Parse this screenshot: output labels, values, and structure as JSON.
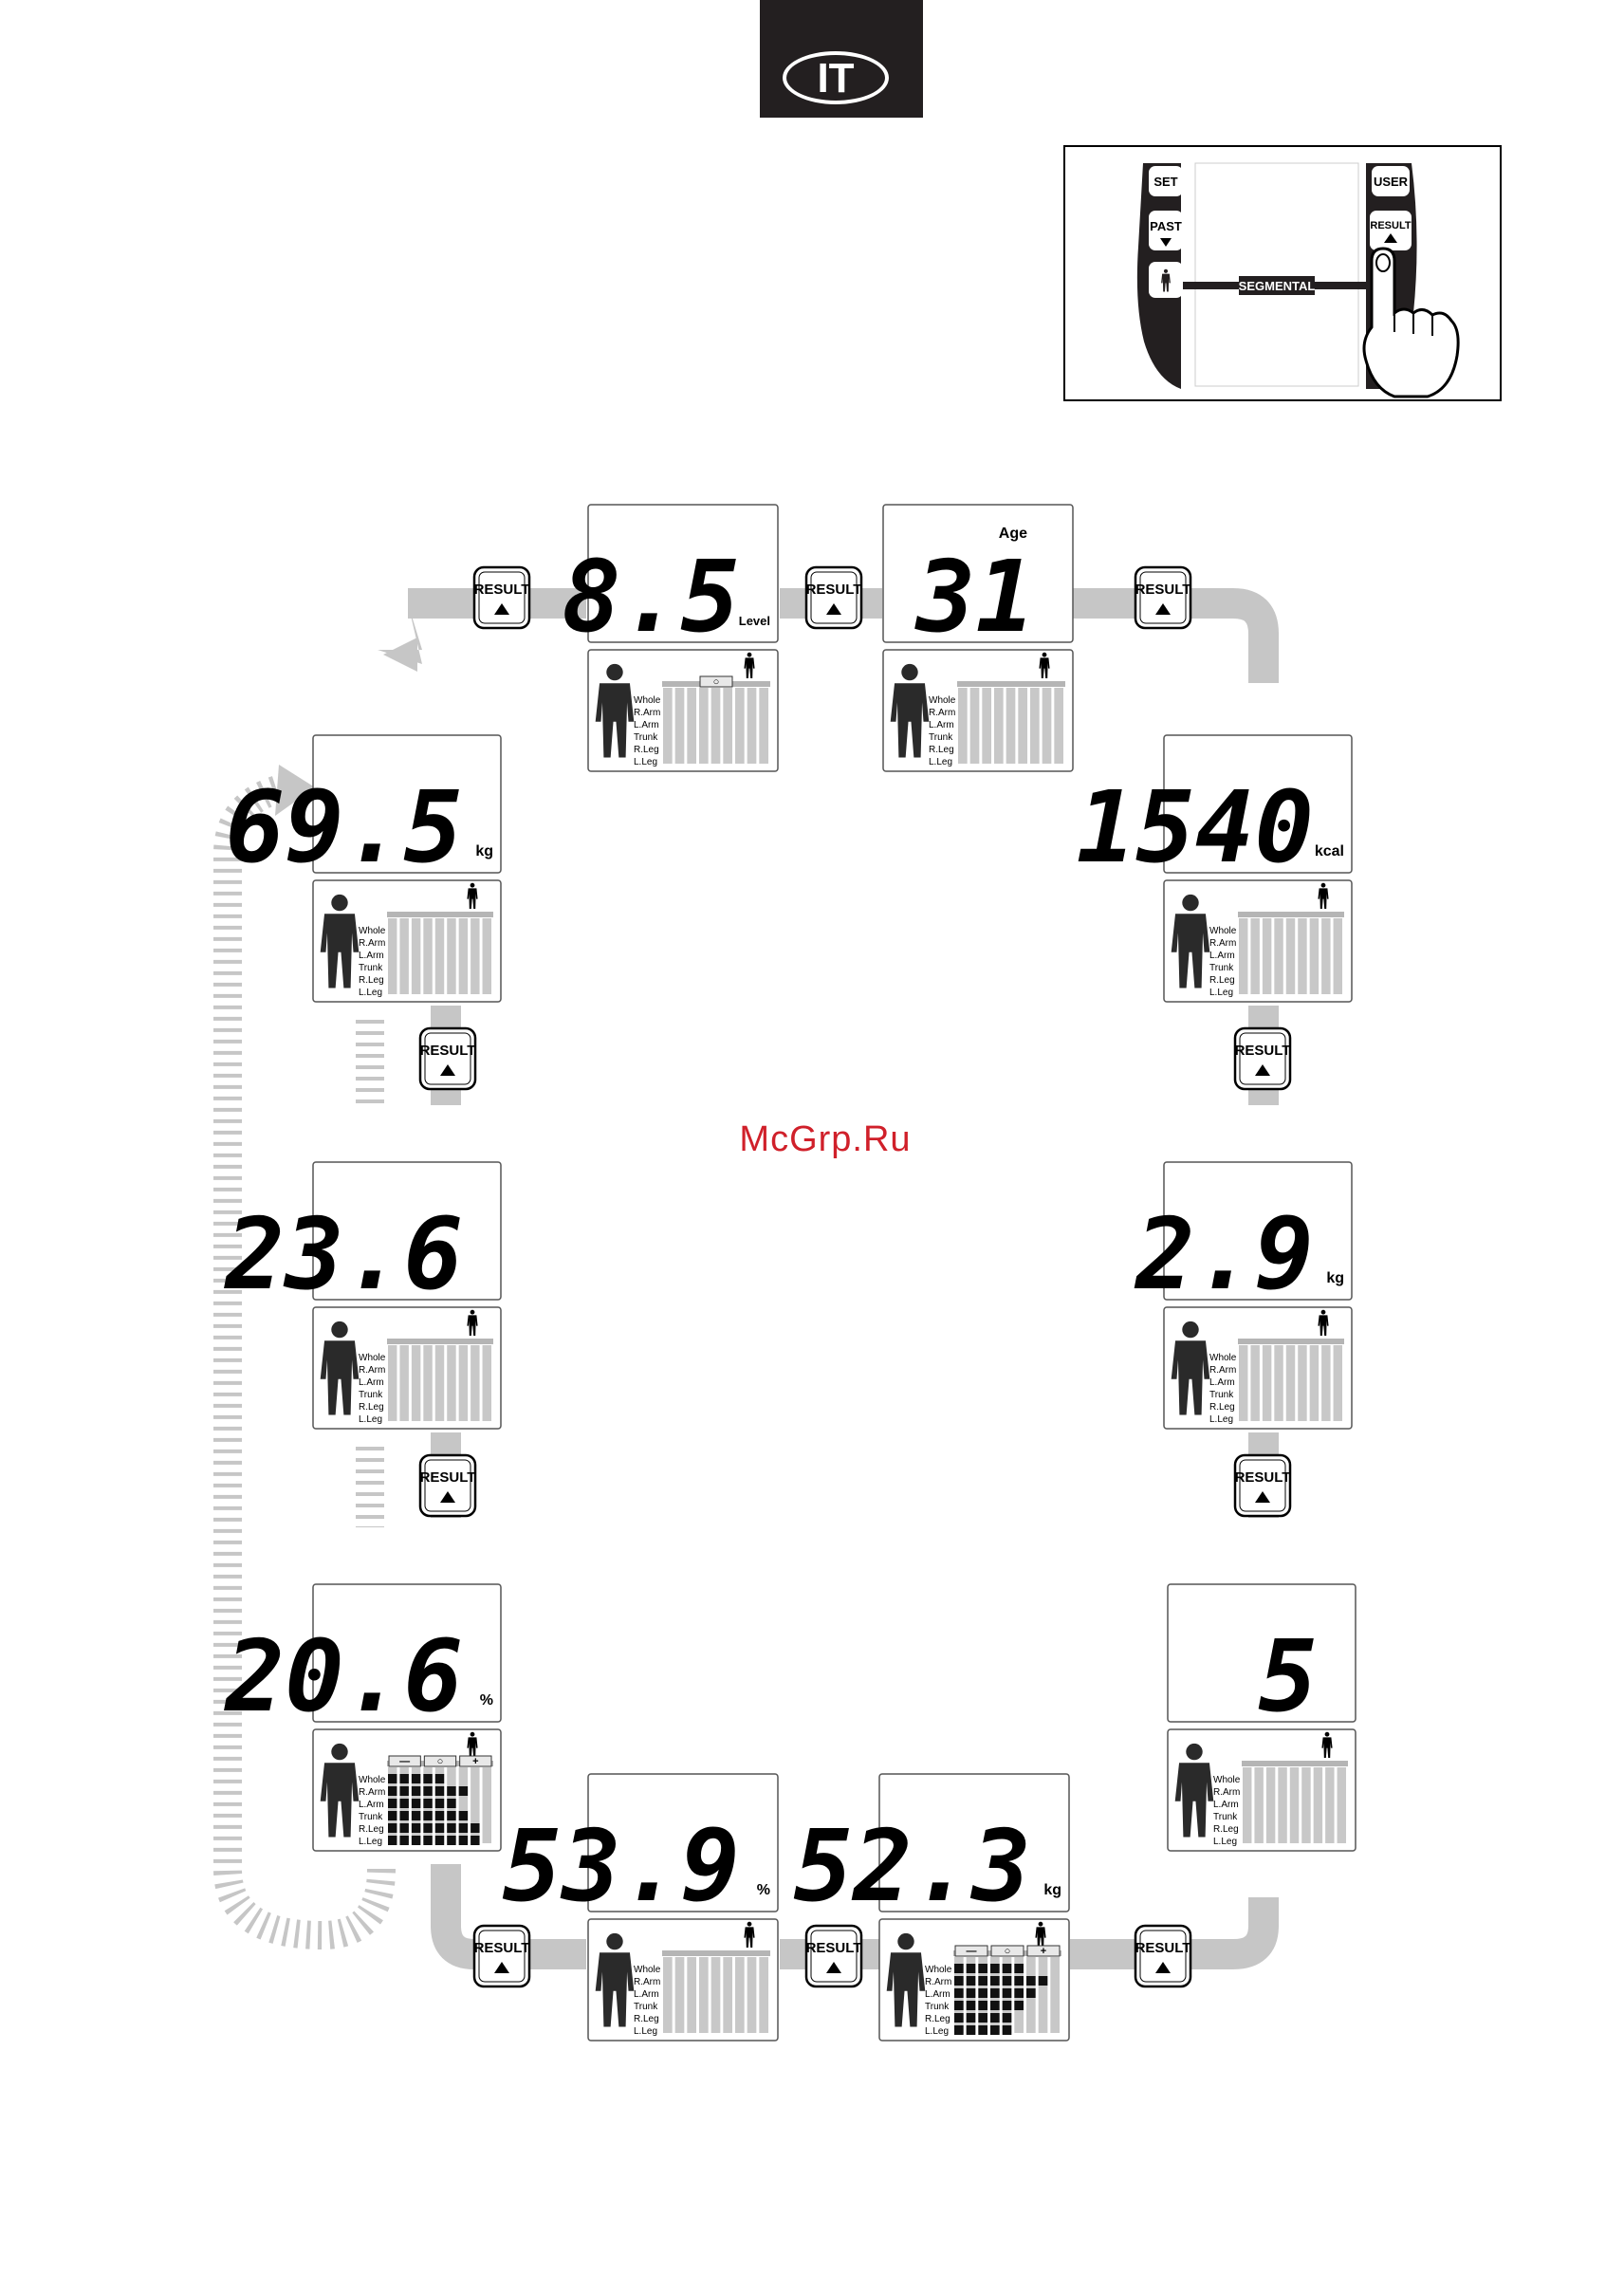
{
  "language_tag": "IT",
  "watermark": "McGrp.Ru",
  "control_panel": {
    "buttons": {
      "set": "SET",
      "past": "PAST",
      "user": "USER",
      "result": "RESULT"
    },
    "segmental_label": "SEGMENTAL"
  },
  "result_button_label": "RESULT",
  "row_labels": [
    "Whole",
    "R.Arm",
    "L.Arm",
    "Trunk",
    "R.Leg",
    "L.Leg"
  ],
  "rating_symbols": [
    "—",
    "○",
    "+"
  ],
  "screens": [
    {
      "id": "visceral",
      "value": "8.5",
      "unit": "Level"
    },
    {
      "id": "age",
      "value": "31",
      "unit": "Age"
    },
    {
      "id": "kcal",
      "value": "1540",
      "unit": "kcal"
    },
    {
      "id": "bone",
      "value": "2.9",
      "unit": "kg"
    },
    {
      "id": "physique",
      "value": "5",
      "unit": ""
    },
    {
      "id": "muscle",
      "value": "52.3",
      "unit": "kg"
    },
    {
      "id": "water",
      "value": "53.9",
      "unit": "%"
    },
    {
      "id": "fat",
      "value": "20.6",
      "unit": "%"
    },
    {
      "id": "bmi",
      "value": "23.6",
      "unit": ""
    },
    {
      "id": "weight",
      "value": "69.5",
      "unit": "kg"
    }
  ]
}
